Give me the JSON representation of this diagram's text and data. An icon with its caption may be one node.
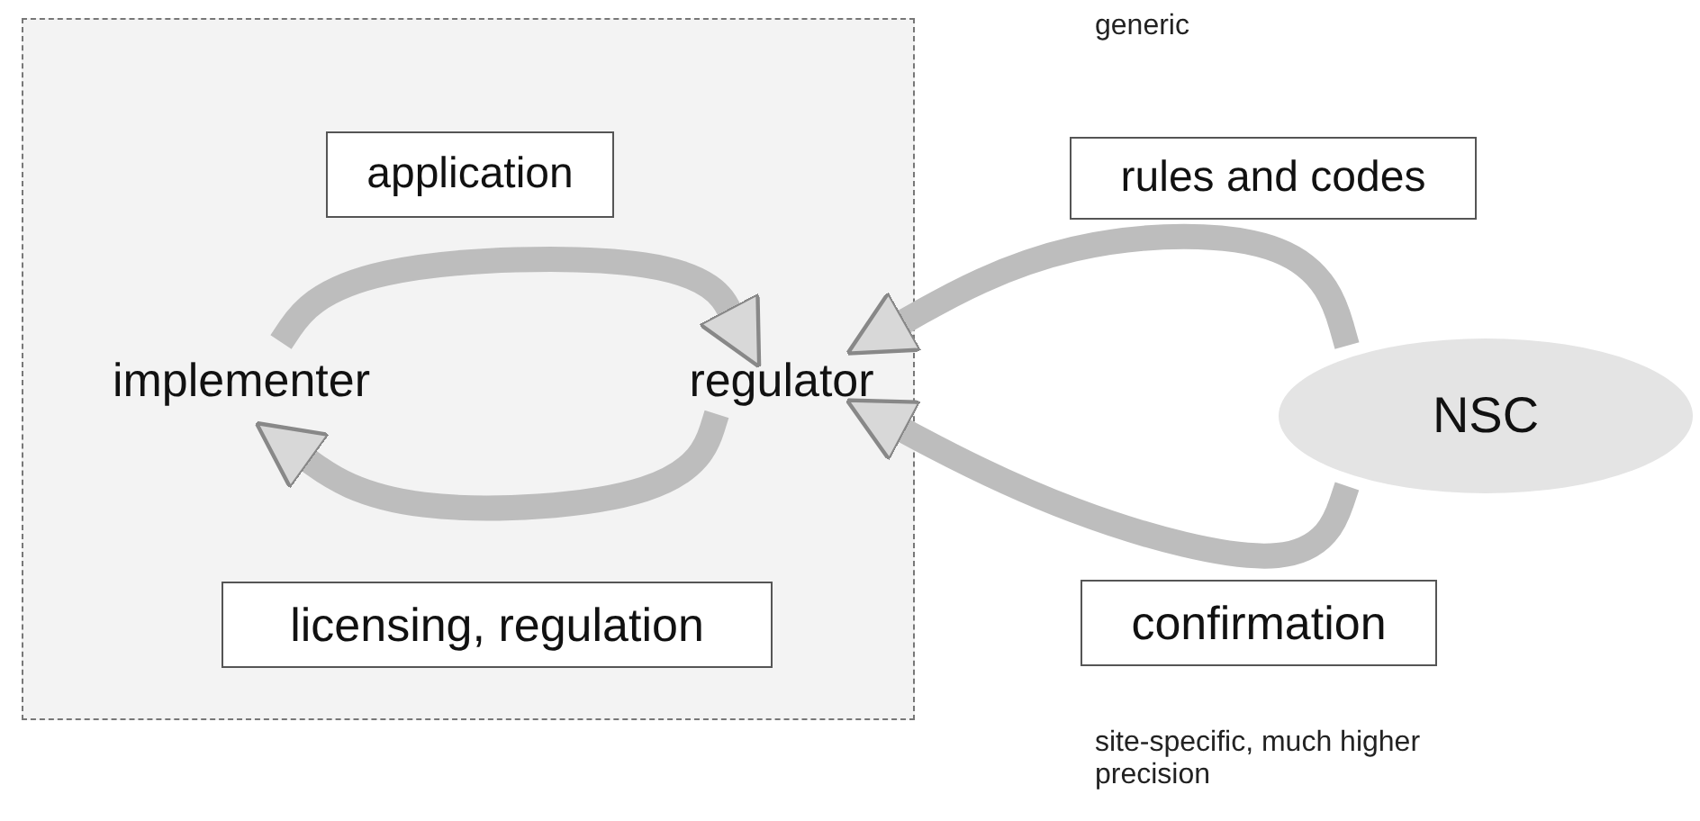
{
  "diagram": {
    "nodes": [
      {
        "text": [],
        "shape": "box"
      },
      {
        "text": [
          "application"
        ],
        "in": 0
      },
      {
        "text": [
          "implementer"
        ],
        "in": 0
      },
      {
        "text": [
          "regulator"
        ],
        "in": 0
      },
      {
        "text": [
          "licensing, regulation"
        ],
        "in": 0
      },
      {
        "text": [
          "rules and codes"
        ]
      },
      {
        "text": [
          "NSC"
        ]
      },
      {
        "text": [
          "confirmation"
        ]
      }
    ],
    "edges": [
      {
        "from": 2,
        "to": 3,
        "arrow": "to"
      },
      {
        "from": 3,
        "to": 2,
        "arrow": "to"
      },
      {
        "from": 6,
        "to": 3,
        "arrow": "to"
      },
      {
        "from": 6,
        "to": 3,
        "arrow": "to"
      }
    ],
    "labels": [
      "generic",
      "site-specific, much higher precision"
    ]
  }
}
